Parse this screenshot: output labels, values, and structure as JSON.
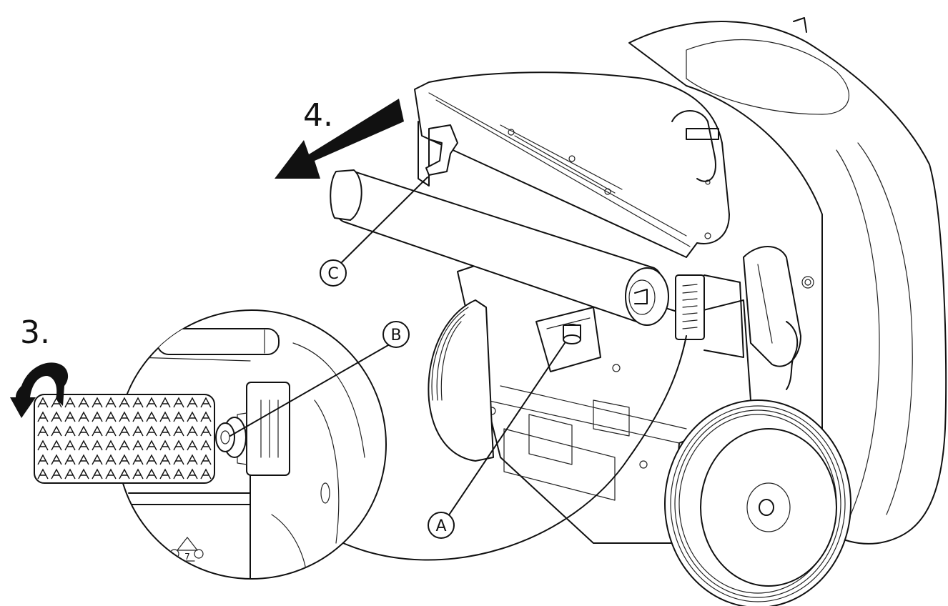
{
  "steps": {
    "step_3": "3.",
    "step_4": "4."
  },
  "callouts": {
    "a": "A",
    "b": "B",
    "c": "C"
  },
  "recycle_code": "7",
  "colors": {
    "line": "#111111",
    "background": "#ffffff"
  }
}
